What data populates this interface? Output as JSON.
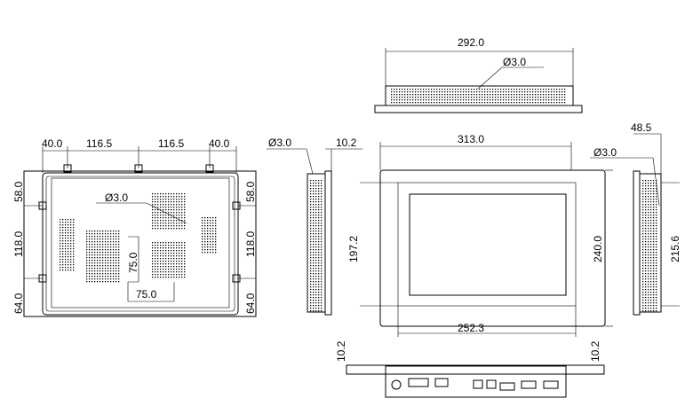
{
  "rear_view": {
    "top_dims": [
      "40.0",
      "116.5",
      "116.5",
      "40.0"
    ],
    "left_dims": [
      "58.0",
      "118.0",
      "64.0"
    ],
    "right_dims": [
      "58.0",
      "118.0",
      "64.0"
    ],
    "hole_label": "Ø3.0",
    "vesa_h": "75.0",
    "vesa_v": "75.0"
  },
  "top_view": {
    "width": "292.0",
    "hole_label": "Ø3.0"
  },
  "left_side_view": {
    "hole_label": "Ø3.0",
    "depth": "10.2"
  },
  "front_view": {
    "width": "313.0",
    "height": "240.0",
    "active_h": "197.2",
    "active_w": "252.3"
  },
  "right_side_view": {
    "depth": "48.5",
    "hole_label": "Ø3.0",
    "height": "215.6"
  },
  "bottom_view": {
    "left_offset": "10.2",
    "right_offset": "10.2"
  }
}
